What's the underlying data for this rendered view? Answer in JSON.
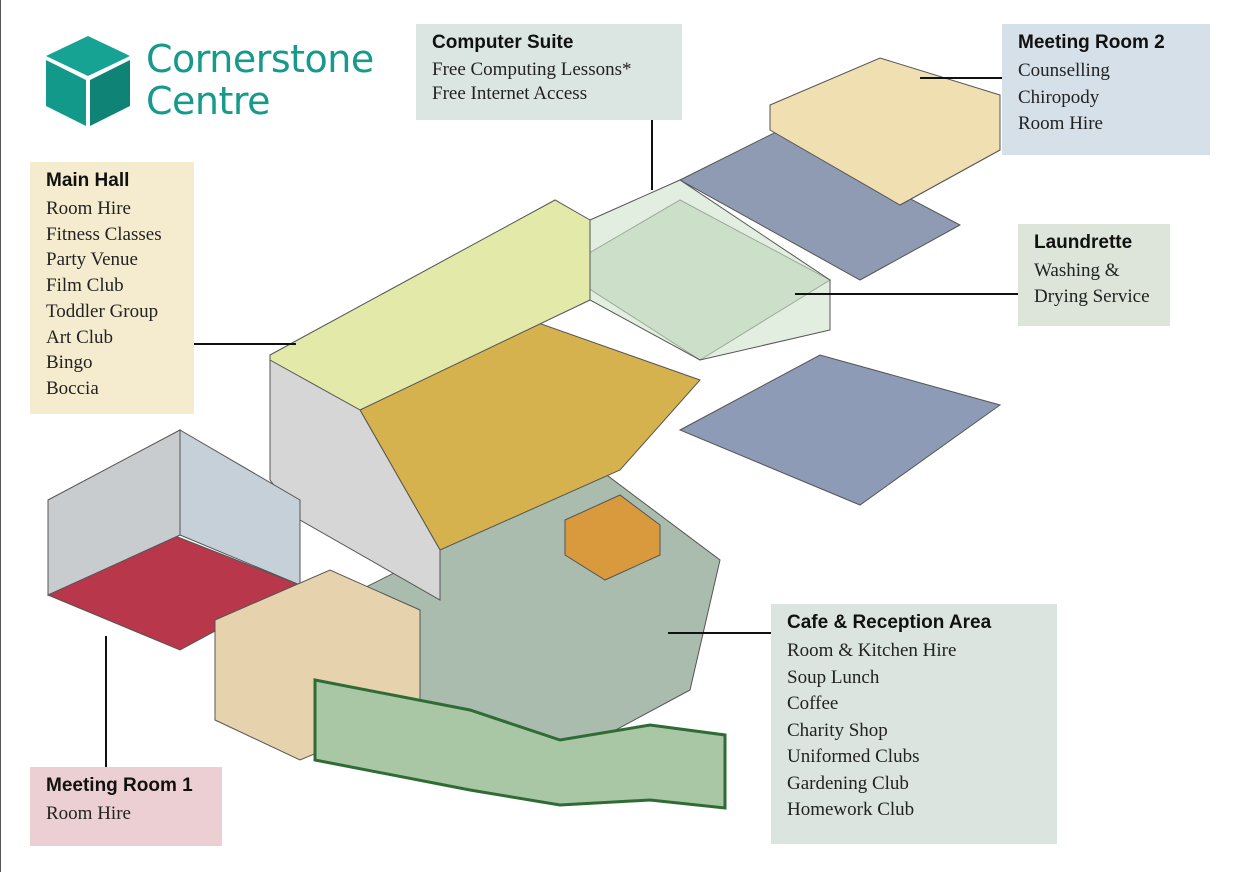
{
  "logo": {
    "line1": "Cornerstone",
    "line2": "Centre",
    "color": "#159a8c"
  },
  "areas": {
    "main_hall": {
      "title": "Main Hall",
      "items": [
        "Room Hire",
        "Fitness Classes",
        "Party Venue",
        "Film Club",
        "Toddler Group",
        "Art Club",
        "Bingo",
        "Boccia"
      ],
      "color": "#f5ecd0"
    },
    "computer_suite": {
      "title": "Computer Suite",
      "items": [
        "Free Computing Lessons*",
        "Free Internet Access"
      ],
      "color": "#dbe6e2"
    },
    "meeting_room_2": {
      "title": "Meeting Room 2",
      "items": [
        "Counselling",
        "Chiropody",
        "Room Hire"
      ],
      "color": "#d6e0e8"
    },
    "laundrette": {
      "title": "Laundrette",
      "items": [
        "Washing &",
        "Drying Service"
      ],
      "color": "#dde4da"
    },
    "cafe_reception": {
      "title": "Cafe & Reception Area",
      "items": [
        "Room & Kitchen Hire",
        "Soup Lunch",
        "Coffee",
        "Charity Shop",
        "Uniformed Clubs",
        "Gardening Club",
        "Homework Club"
      ],
      "color": "#dbe4df"
    },
    "meeting_room_1": {
      "title": "Meeting Room 1",
      "items": [
        "Room Hire"
      ],
      "color": "#eccfd2"
    }
  }
}
